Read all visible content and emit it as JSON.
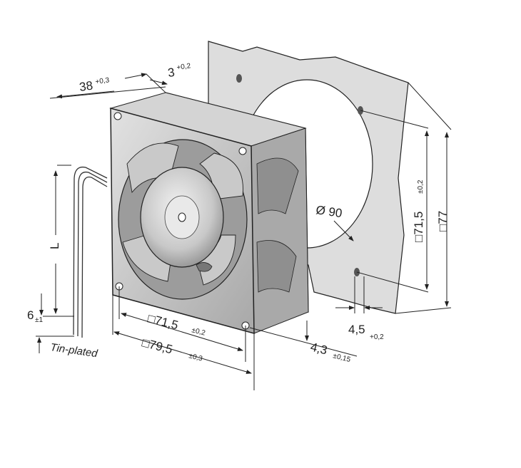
{
  "dimensions": {
    "depth": {
      "value": "38",
      "tol": "+0,3"
    },
    "flange": {
      "value": "3",
      "tol": "+0,2"
    },
    "hole_spacing_front": {
      "value": "□71,5",
      "tol": "±0,2"
    },
    "outer_front": {
      "value": "□79,5",
      "tol": "±0,3"
    },
    "hole_diameter": {
      "value": "4,3",
      "tol": "±0,15"
    },
    "cutout": {
      "value": "Ø 90"
    },
    "hole_spacing_side": {
      "value": "□71,5",
      "tol": "±0,2"
    },
    "panel_size": {
      "value": "□77"
    },
    "panel_hole": {
      "value": "4,5",
      "tol": "+0,2"
    },
    "lead_length": {
      "value": "L"
    },
    "strip_length": {
      "value": "6",
      "tol": "±1"
    }
  },
  "notes": {
    "lead_finish": "Tin-plated"
  },
  "colors": {
    "fan_body": "#c4c4c4",
    "fan_dark": "#8a8a8a",
    "panel": "#dcdcdc",
    "line": "#222222"
  }
}
